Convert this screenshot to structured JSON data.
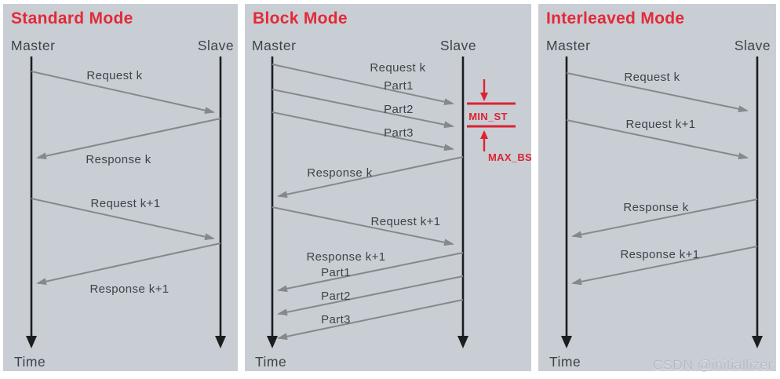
{
  "watermark": "CSDN @initiallizer",
  "colors": {
    "panel_background": "#c9ced5",
    "title_red": "#e42937",
    "annotation_red": "#dc2330",
    "lifeline_black": "#1b1d1f",
    "arrow_gray": "#85898c",
    "label_text": "#3e4347",
    "watermark_gray": "#b5bcc3"
  },
  "panels": [
    {
      "title": "Standard Mode",
      "master": "Master",
      "slave": "Slave",
      "time": "Time",
      "messages": {
        "request_k": "Request k",
        "response_k": "Response k",
        "request_k1": "Request k+1",
        "response_k1": "Response k+1"
      }
    },
    {
      "title": "Block Mode",
      "master": "Master",
      "slave": "Slave",
      "time": "Time",
      "messages": {
        "request_k": "Request k",
        "part1": "Part1",
        "part2": "Part2",
        "part3": "Part3",
        "response_k": "Response k",
        "request_k1": "Request k+1",
        "response_k1": "Response k+1",
        "resp_part1": "Part1",
        "resp_part2": "Part2",
        "resp_part3": "Part3"
      },
      "annotations": {
        "min_st": "MIN_ST",
        "max_bs": "MAX_BS"
      }
    },
    {
      "title": "Interleaved Mode",
      "master": "Master",
      "slave": "Slave",
      "time": "Time",
      "messages": {
        "request_k": "Request k",
        "request_k1": "Request k+1",
        "response_k": "Response k",
        "response_k1": "Response k+1"
      }
    }
  ]
}
